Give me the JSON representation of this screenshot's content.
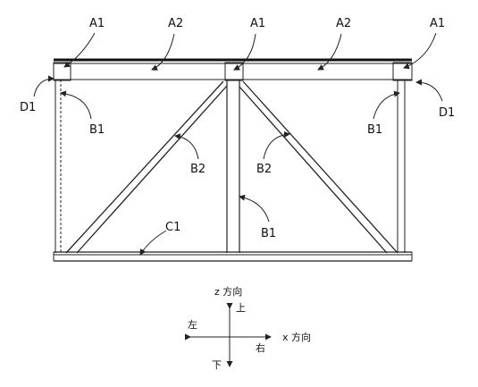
{
  "labels": {
    "a1": "A1",
    "a2": "A2",
    "b1": "B1",
    "b2": "B2",
    "c1": "C1",
    "d1": "D1"
  },
  "axes": {
    "z": "z 方向",
    "x": "x 方向",
    "up": "上",
    "down": "下",
    "left": "左",
    "right": "右"
  },
  "colors": {
    "ink": "#222222",
    "background": "#ffffff"
  }
}
